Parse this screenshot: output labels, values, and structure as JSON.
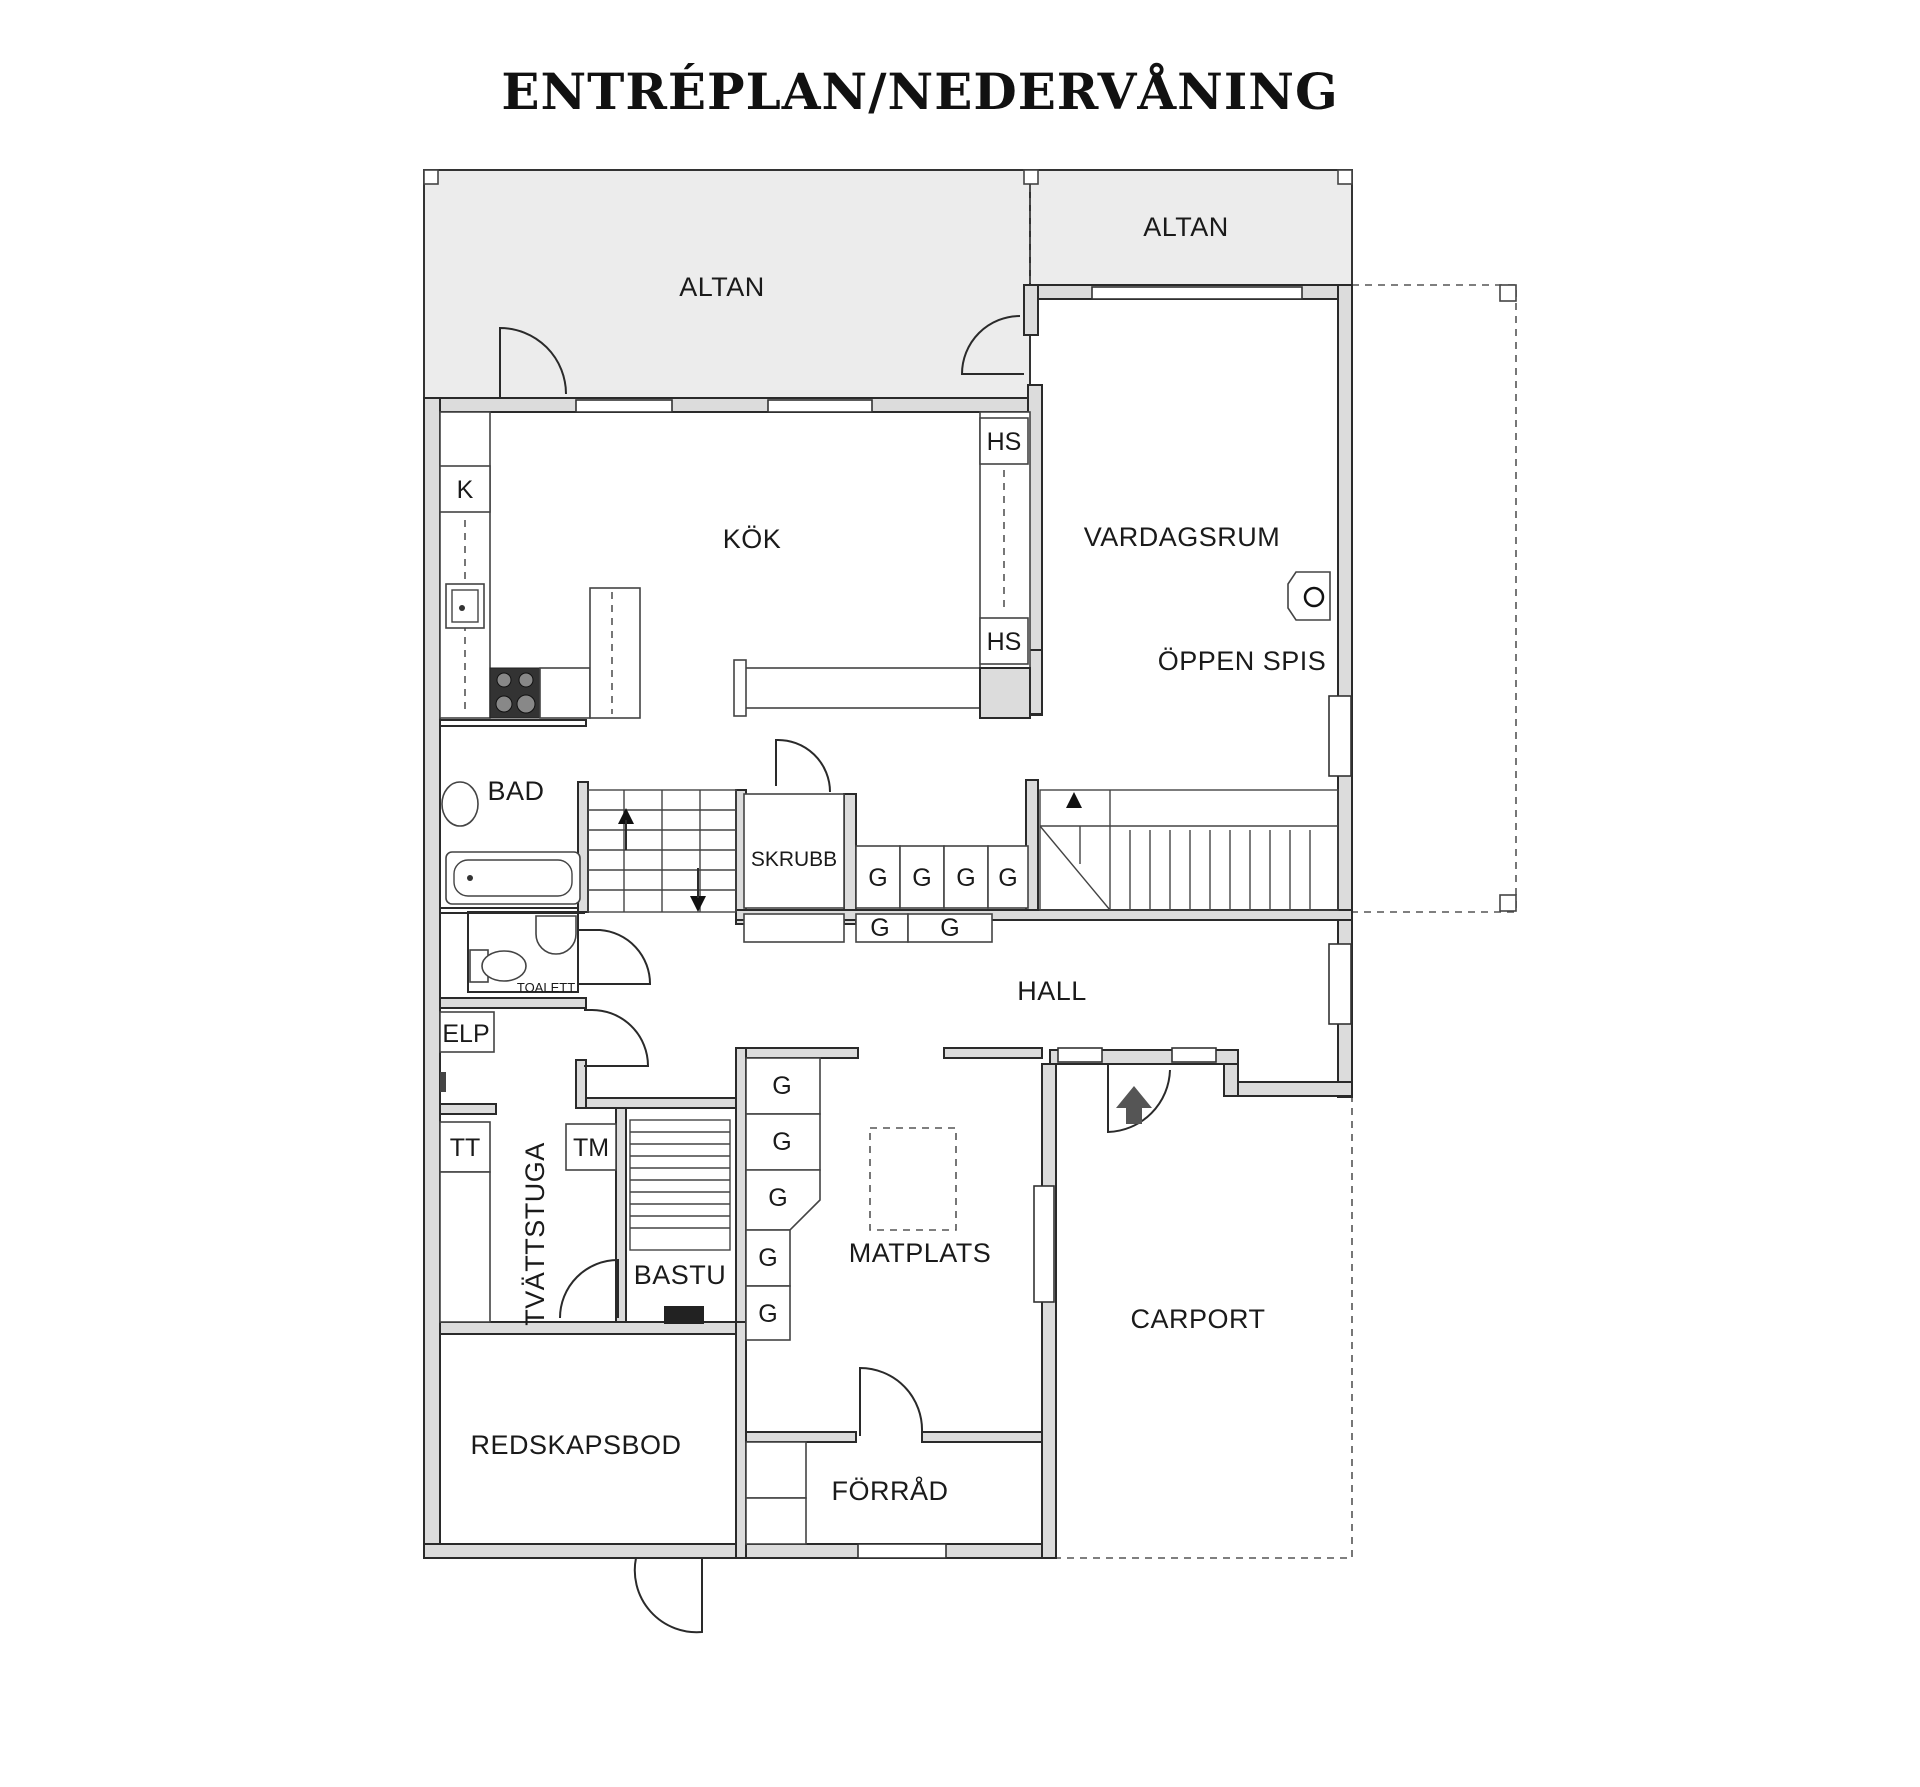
{
  "title": "ENTRÉPLAN/NEDERVÅNING",
  "rooms": {
    "altan_left": "ALTAN",
    "altan_right": "ALTAN",
    "kok": "KÖK",
    "vardagsrum": "VARDAGSRUM",
    "oppen_spis": "ÖPPEN SPIS",
    "bad": "BAD",
    "skrubb": "SKRUBB",
    "toalett": "TOALETT",
    "hall": "HALL",
    "elp": "ELP",
    "tt": "TT",
    "tm": "TM",
    "tvattstuga": "TVÄTTSTUGA",
    "bastu": "BASTU",
    "matplats": "MATPLATS",
    "carport": "CARPORT",
    "redskapsbod": "REDSKAPSBOD",
    "forrad": "FÖRRÅD"
  },
  "fixtures": {
    "hs": "HS",
    "k": "K",
    "g": "G"
  },
  "colors": {
    "wall_fill": "#dcdcdc",
    "wall_stroke": "#2a2a2a",
    "patio_fill": "#ececec",
    "arrow": "#555555"
  }
}
